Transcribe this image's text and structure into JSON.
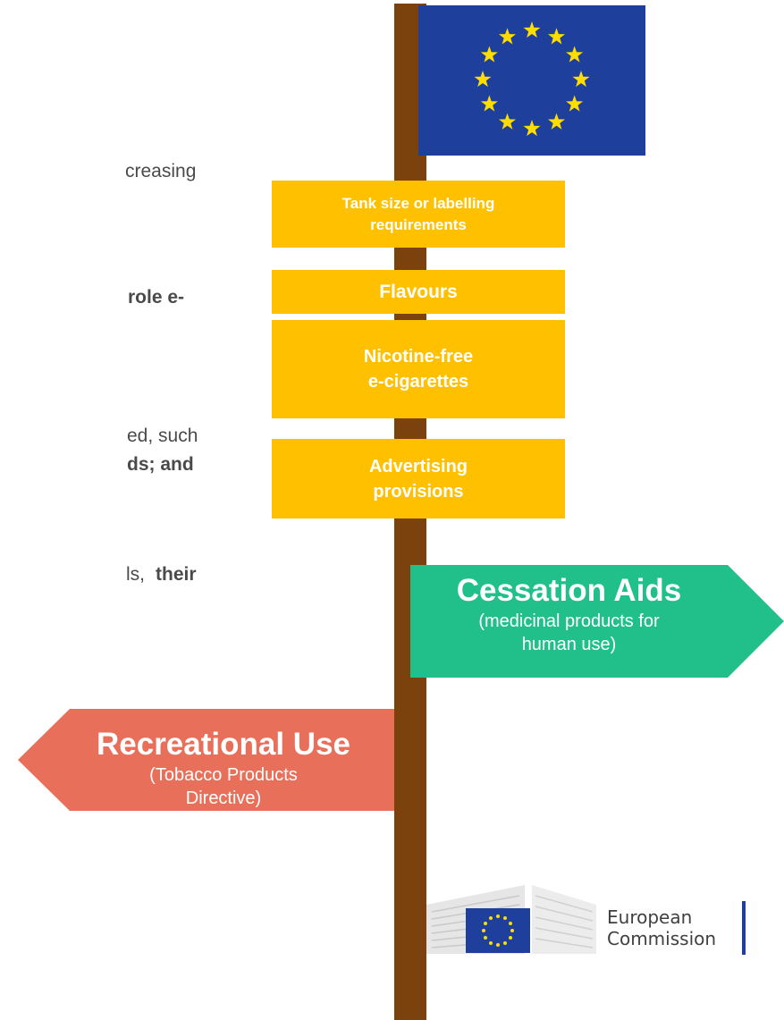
{
  "left_text_fragments": [
    {
      "text": "creasing",
      "bold": false
    },
    {
      "text": "role e-",
      "bold": true
    },
    {
      "text": "ed, such",
      "bold": false
    },
    {
      "text": "ds; and",
      "bold": true
    },
    {
      "text": "ls,",
      "bold": false
    },
    {
      "text": "their",
      "bold": true
    }
  ],
  "boxes": [
    {
      "lines": [
        "Tank size or labelling",
        "requirements"
      ]
    },
    {
      "lines": [
        "Flavours"
      ]
    },
    {
      "lines": [
        "Nicotine-free",
        "e-cigarettes"
      ]
    },
    {
      "lines": [
        "Advertising",
        "provisions"
      ]
    }
  ],
  "signs": {
    "cessation": {
      "title": "Cessation Aids",
      "subtitle_lines": [
        "(medicinal products for",
        "human use)"
      ],
      "color": "#21c08b"
    },
    "recreational": {
      "title": "Recreational Use",
      "subtitle_lines": [
        "(Tobacco Products",
        "Directive)"
      ],
      "color": "#e8705a"
    }
  },
  "logo": {
    "lines": [
      "European",
      "Commission"
    ]
  },
  "colors": {
    "pole": "#7b420e",
    "flag_blue": "#1f3f9c",
    "flag_star": "#ffdd00",
    "box_yellow": "#ffc000"
  }
}
